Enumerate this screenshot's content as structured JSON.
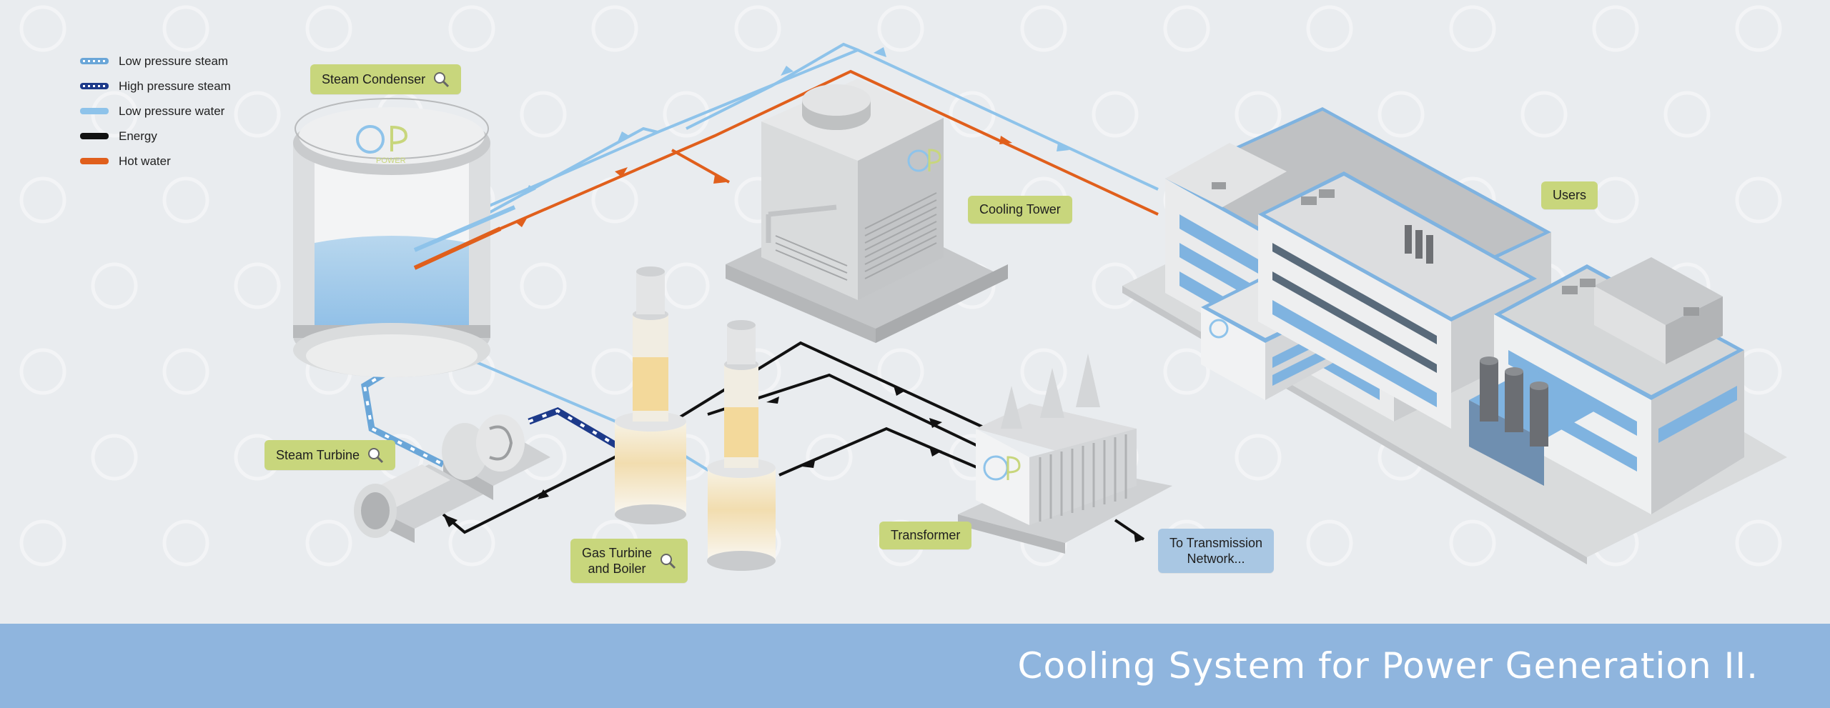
{
  "legend": [
    {
      "label": "Low pressure steam",
      "icon": "dotted-light-blue-line",
      "color": "#8ec3ea"
    },
    {
      "label": "High pressure steam",
      "icon": "dotted-dark-blue-line",
      "color": "#1d3a8a"
    },
    {
      "label": "Low pressure water",
      "icon": "solid-light-blue-line",
      "color": "#8ec3ea"
    },
    {
      "label": "Energy",
      "icon": "solid-black-line",
      "color": "#111111"
    },
    {
      "label": "Hot water",
      "icon": "solid-orange-line",
      "color": "#e05f1c"
    }
  ],
  "components": {
    "steam_condenser": "Steam Condenser",
    "cooling_tower": "Cooling Tower",
    "users": "Users",
    "steam_turbine": "Steam Turbine",
    "gas_turbine_line1": "Gas Turbine",
    "gas_turbine_line2": "and Boiler",
    "transformer": "Transformer",
    "transmission_line1": "To Transmission",
    "transmission_line2": "Network..."
  },
  "logo": {
    "letters": "OP",
    "word": "POWER"
  },
  "footer": {
    "title": "Cooling System for Power Generation II."
  },
  "colors": {
    "label_bg": "#c8d67c",
    "label_blue_bg": "#a9c7e3",
    "footer_bg": "#8fb5de",
    "hot_water": "#e05f1c",
    "low_pressure_water": "#8ec3ea",
    "high_pressure_steam": "#1d3a8a",
    "energy": "#111111"
  }
}
